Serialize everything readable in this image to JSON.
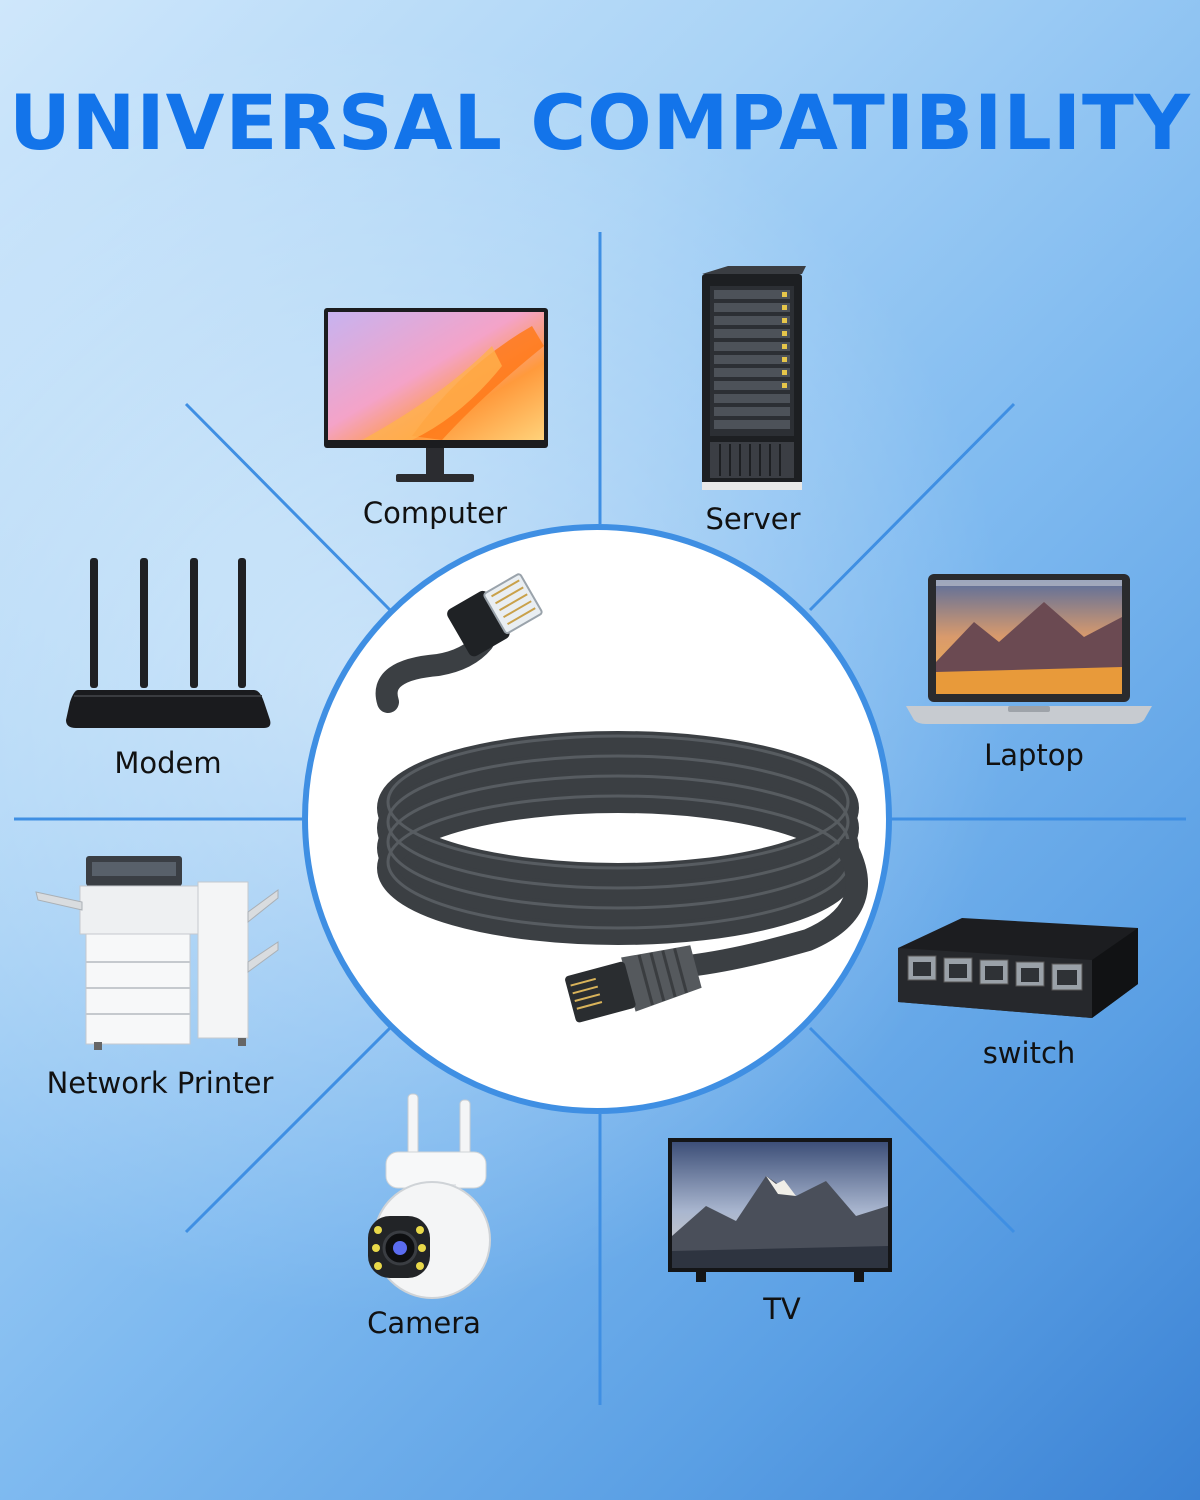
{
  "title": "UNIVERSAL COMPATIBILITY",
  "colors": {
    "title": "#1374ea",
    "line": "#3f8fe3",
    "cable": "#3f4347"
  },
  "center_image": "ethernet-cable",
  "devices": [
    {
      "id": "computer",
      "label": "Computer",
      "icon": "monitor-icon"
    },
    {
      "id": "server",
      "label": "Server",
      "icon": "server-rack-icon"
    },
    {
      "id": "laptop",
      "label": "Laptop",
      "icon": "laptop-icon"
    },
    {
      "id": "switch",
      "label": "switch",
      "icon": "network-switch-icon"
    },
    {
      "id": "tv",
      "label": "TV",
      "icon": "tv-icon"
    },
    {
      "id": "camera",
      "label": "Camera",
      "icon": "security-camera-icon"
    },
    {
      "id": "printer",
      "label": "Network Printer",
      "icon": "printer-icon"
    },
    {
      "id": "modem",
      "label": "Modem",
      "icon": "router-icon"
    }
  ]
}
